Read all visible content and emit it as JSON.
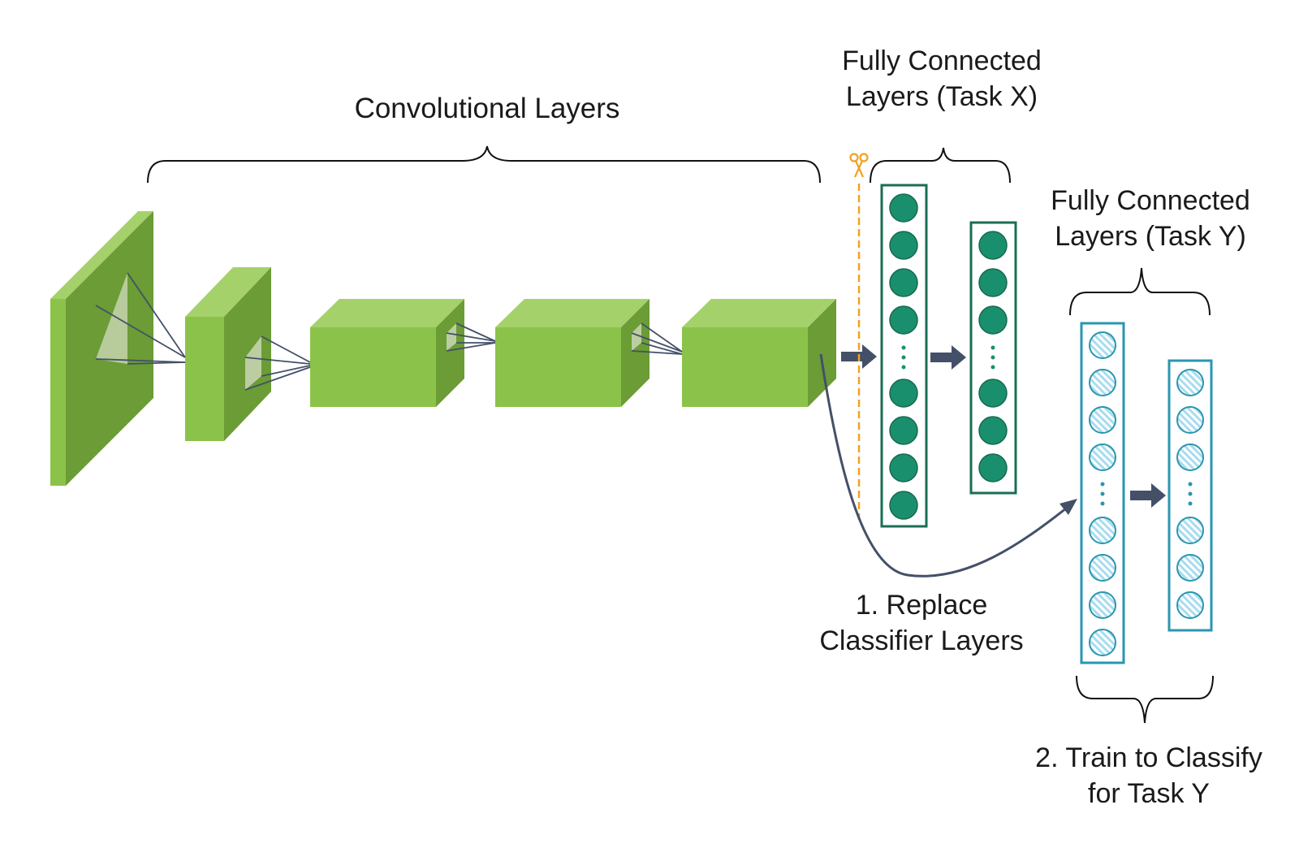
{
  "labels": {
    "conv": [
      "Convolutional Layers"
    ],
    "fc_task_x": [
      "Fully Connected",
      "Layers (Task X)"
    ],
    "fc_task_y": [
      "Fully Connected",
      "Layers (Task Y)"
    ],
    "step1": [
      "1. Replace",
      "Classifier Layers"
    ],
    "step2": [
      "2. Train to Classify",
      "for Task Y"
    ]
  },
  "icons": {
    "cut": "scissors-icon",
    "flow": "arrow-icon"
  },
  "colors": {
    "conv_front": "#8bc34a",
    "conv_top": "#a5d16b",
    "conv_side": "#6b9c35",
    "task_x": "#1a8f6e",
    "task_x_border": "#1a6e55",
    "task_y": "#2a96b0",
    "task_y_fill": "#a8dcef",
    "arrow": "#435068",
    "cut_line": "#f2a11e"
  }
}
